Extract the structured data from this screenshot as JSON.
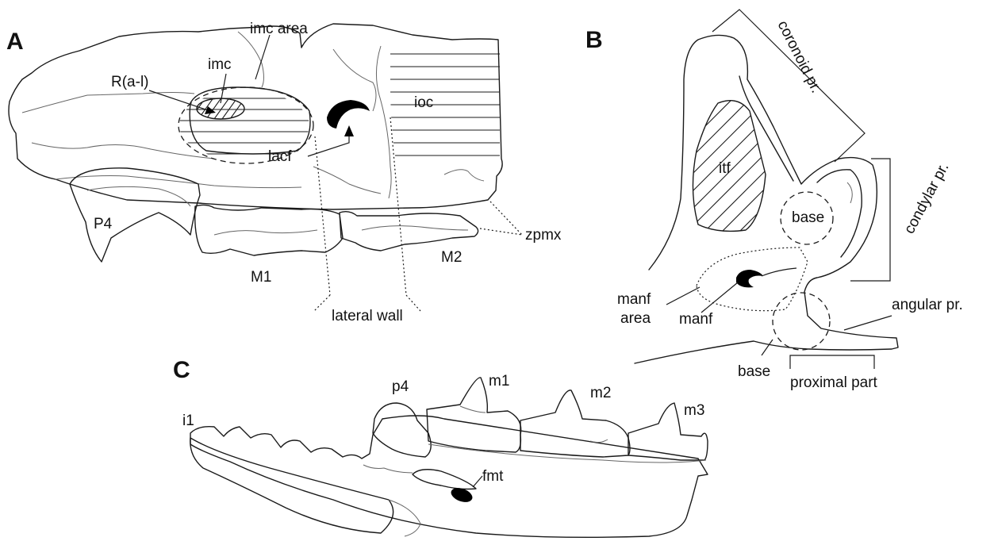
{
  "panels": {
    "a": "A",
    "b": "B",
    "c": "C"
  },
  "labels_a": {
    "imc_area": "imc area",
    "imc": "imc",
    "r_al": "R(a-l)",
    "ioc": "ioc",
    "lacf": "lacf",
    "p4": "P4",
    "m1": "M1",
    "m2": "M2",
    "zpmx": "zpmx",
    "lateral_wall": "lateral wall"
  },
  "labels_b": {
    "coronoid": "coronoid pr.",
    "condylar": "condylar pr.",
    "itf": "itf",
    "base_condyle": "base",
    "manf_area_1": "manf",
    "manf_area_2": "area",
    "manf": "manf",
    "angular": "angular pr.",
    "base_angular": "base",
    "proximal": "proximal part"
  },
  "labels_c": {
    "i1": "i1",
    "p4": "p4",
    "m1": "m1",
    "m2": "m2",
    "m3": "m3",
    "fmt": "fmt"
  },
  "colors": {
    "line": "#1a1a1a",
    "fill_black": "#000000",
    "background": "#ffffff"
  }
}
